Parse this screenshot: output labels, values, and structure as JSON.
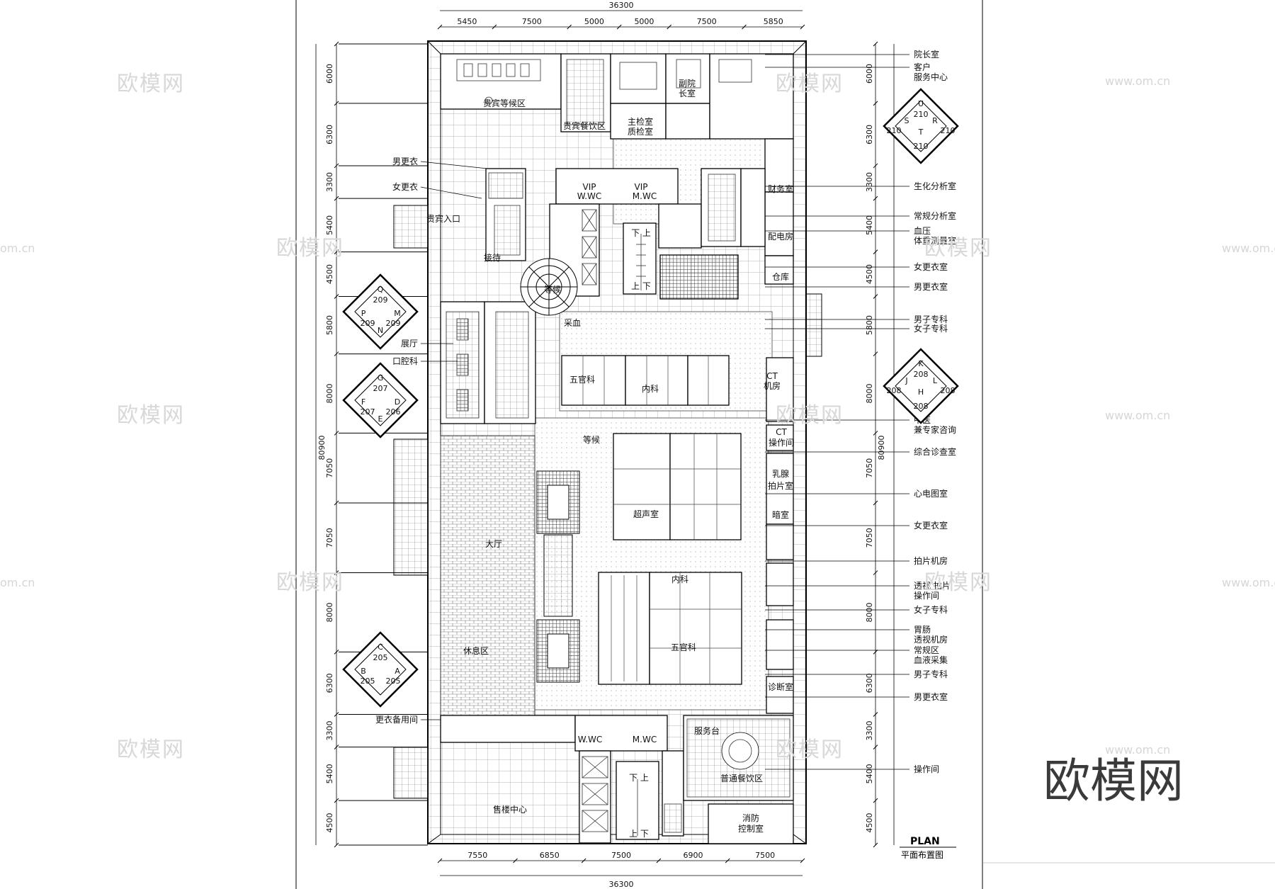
{
  "watermark": {
    "brand": "欧模网",
    "url": "www.om.cn",
    "url_alt": "om.cn",
    "corner_logo": "欧模网"
  },
  "plan": {
    "title": "PLAN",
    "subtitle": "平面布置图"
  },
  "dimensions": {
    "top_total": "36300",
    "top_segments": [
      "5450",
      "7500",
      "5000",
      "5000",
      "7500",
      "5850"
    ],
    "bottom_total": "36300",
    "bottom_segments": [
      "7550",
      "6850",
      "7500",
      "6900",
      "7500"
    ],
    "left_total": "80900",
    "right_total": "80900",
    "left_segments": [
      "6000",
      "6300",
      "3300",
      "5400",
      "4500",
      "5800",
      "8000",
      "7050",
      "7050",
      "8000",
      "6300",
      "3300",
      "5400",
      "4500"
    ],
    "right_segments": [
      "6000",
      "6300",
      "3300",
      "5400",
      "4500",
      "5800",
      "8000",
      "7050",
      "7050",
      "8000",
      "6300",
      "3300",
      "5400",
      "4500"
    ]
  },
  "rooms": [
    {
      "id": "vip-waiting",
      "text": "贵宾等候区"
    },
    {
      "id": "vip-dining",
      "text": "贵宾餐饮区"
    },
    {
      "id": "main-check-1",
      "text": "主检室"
    },
    {
      "id": "main-check-2",
      "text": "质检室"
    },
    {
      "id": "vice-dean-1",
      "text": "副院"
    },
    {
      "id": "vice-dean-2",
      "text": "长室"
    },
    {
      "id": "vip-wc-left-1",
      "text": "VIP"
    },
    {
      "id": "vip-wc-left-2",
      "text": "W.WC"
    },
    {
      "id": "vip-wc-right-1",
      "text": "VIP"
    },
    {
      "id": "vip-wc-right-2",
      "text": "M.WC"
    },
    {
      "id": "stairs-top-1",
      "text": "下 上"
    },
    {
      "id": "stairs-top-2",
      "text": "上 下"
    },
    {
      "id": "finance",
      "text": "财务室"
    },
    {
      "id": "power",
      "text": "配电房"
    },
    {
      "id": "storage",
      "text": "仓库"
    },
    {
      "id": "vip-entrance",
      "text": "贵宾入口"
    },
    {
      "id": "reception",
      "text": "接待"
    },
    {
      "id": "waiting-round",
      "text": "等候"
    },
    {
      "id": "blood",
      "text": "采血"
    },
    {
      "id": "ent-top",
      "text": "五官科"
    },
    {
      "id": "internal-top",
      "text": "内科"
    },
    {
      "id": "ct-1",
      "text": "CT"
    },
    {
      "id": "ct-2",
      "text": "机房"
    },
    {
      "id": "waiting-mid",
      "text": "等候"
    },
    {
      "id": "ct-op-1",
      "text": "CT"
    },
    {
      "id": "ct-op-2",
      "text": "操作间"
    },
    {
      "id": "mammo-1",
      "text": "乳腺"
    },
    {
      "id": "mammo-2",
      "text": "拍片室"
    },
    {
      "id": "ultrasound",
      "text": "超声室"
    },
    {
      "id": "darkroom",
      "text": "暗室"
    },
    {
      "id": "hall",
      "text": "大厅"
    },
    {
      "id": "internal-bottom",
      "text": "内科"
    },
    {
      "id": "ent-bottom",
      "text": "五官科"
    },
    {
      "id": "rest",
      "text": "休息区"
    },
    {
      "id": "diagnosis",
      "text": "诊断室"
    },
    {
      "id": "w-wc",
      "text": "W.WC"
    },
    {
      "id": "m-wc",
      "text": "M.WC"
    },
    {
      "id": "service-desk",
      "text": "服务台"
    },
    {
      "id": "stairs-bot-1",
      "text": "下 上"
    },
    {
      "id": "stairs-bot-2",
      "text": "上 下"
    },
    {
      "id": "dining",
      "text": "普通餐饮区"
    },
    {
      "id": "fire-1",
      "text": "消防"
    },
    {
      "id": "fire-2",
      "text": "控制室"
    },
    {
      "id": "sales",
      "text": "售楼中心"
    }
  ],
  "left_callouts": [
    {
      "id": "men-changing",
      "text": "男更衣"
    },
    {
      "id": "women-changing",
      "text": "女更衣"
    },
    {
      "id": "exhibition",
      "text": "展厅"
    },
    {
      "id": "dental",
      "text": "口腔科"
    },
    {
      "id": "spare-changing",
      "text": "更衣备用间"
    }
  ],
  "right_callouts": [
    {
      "id": "dean-office",
      "text": "院长室"
    },
    {
      "id": "customer-1",
      "text": "客户"
    },
    {
      "id": "customer-2",
      "text": "服务中心"
    },
    {
      "id": "biochem",
      "text": "生化分析室"
    },
    {
      "id": "routine",
      "text": "常规分析室"
    },
    {
      "id": "bp-1",
      "text": "血压"
    },
    {
      "id": "bp-2",
      "text": "体重测量室"
    },
    {
      "id": "women-locker-1",
      "text": "女更衣室"
    },
    {
      "id": "men-locker-1",
      "text": "男更衣室"
    },
    {
      "id": "male-spec-1",
      "text": "男子专科"
    },
    {
      "id": "female-spec-1",
      "text": "女子专科"
    },
    {
      "id": "tcm-1",
      "text": "中医"
    },
    {
      "id": "tcm-2",
      "text": "兼专家咨询"
    },
    {
      "id": "general-exam",
      "text": "综合诊查室"
    },
    {
      "id": "ecg",
      "text": "心电图室"
    },
    {
      "id": "women-locker-2",
      "text": "女更衣室"
    },
    {
      "id": "xray-room",
      "text": "拍片机房"
    },
    {
      "id": "fluoro-1",
      "text": "透视  拍片"
    },
    {
      "id": "fluoro-2",
      "text": "操作间"
    },
    {
      "id": "female-spec-2",
      "text": "女子专科"
    },
    {
      "id": "gi-1",
      "text": "胃肠"
    },
    {
      "id": "gi-2",
      "text": "透视机房"
    },
    {
      "id": "routine-area-1",
      "text": "常规区"
    },
    {
      "id": "routine-area-2",
      "text": "血液采集"
    },
    {
      "id": "male-spec-2",
      "text": "男子专科"
    },
    {
      "id": "men-locker-2",
      "text": "男更衣室"
    },
    {
      "id": "operation",
      "text": "操作间"
    }
  ],
  "elevation_markers": [
    {
      "id": "marker-210",
      "top": "U",
      "left": "S",
      "right": "R",
      "bottom": "T",
      "num_top": "210",
      "num_left": "210",
      "num_right": "210",
      "num_bottom": "210"
    },
    {
      "id": "marker-209",
      "top": "Q",
      "left": "P",
      "right": "M",
      "bottom": "N",
      "num_top": "209",
      "num_left": "209",
      "num_right": "209",
      "num_bottom": "209"
    },
    {
      "id": "marker-208",
      "top": "K",
      "left": "J",
      "right": "L",
      "bottom": "H",
      "num_top": "208",
      "num_left": "208",
      "num_right": "208",
      "num_bottom": "208"
    },
    {
      "id": "marker-207",
      "top": "G",
      "left": "F",
      "right": "D",
      "bottom": "E",
      "num_top": "207",
      "num_left": "207",
      "num_right": "206",
      "num_bottom": "207"
    },
    {
      "id": "marker-205",
      "top": "C",
      "left": "B",
      "right": "A",
      "bottom": "",
      "num_top": "205",
      "num_left": "205",
      "num_right": "205",
      "num_bottom": ""
    }
  ]
}
